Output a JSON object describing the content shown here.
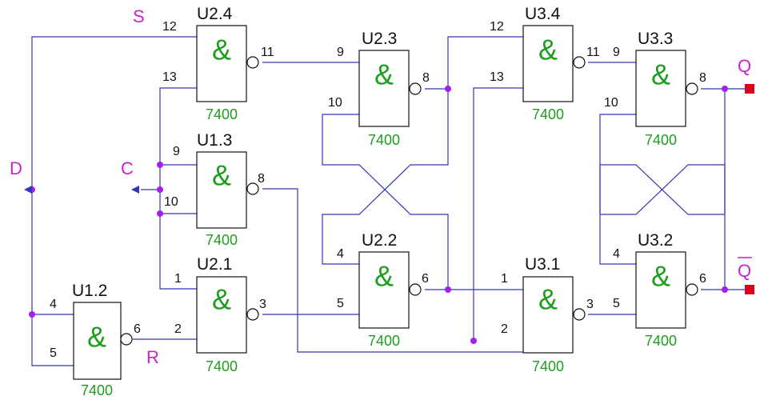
{
  "gates": [
    {
      "id": "u1_2",
      "name": "U1.2",
      "symbol": "&",
      "chip": "7400",
      "pins": [
        "4",
        "5",
        "6"
      ]
    },
    {
      "id": "u1_3",
      "name": "U1.3",
      "symbol": "&",
      "chip": "7400",
      "pins": [
        "9",
        "10",
        "8"
      ]
    },
    {
      "id": "u2_1",
      "name": "U2.1",
      "symbol": "&",
      "chip": "7400",
      "pins": [
        "1",
        "2",
        "3"
      ]
    },
    {
      "id": "u2_2",
      "name": "U2.2",
      "symbol": "&",
      "chip": "7400",
      "pins": [
        "4",
        "5",
        "6"
      ]
    },
    {
      "id": "u2_3",
      "name": "U2.3",
      "symbol": "&",
      "chip": "7400",
      "pins": [
        "9",
        "10",
        "8"
      ]
    },
    {
      "id": "u2_4",
      "name": "U2.4",
      "symbol": "&",
      "chip": "7400",
      "pins": [
        "12",
        "13",
        "11"
      ]
    },
    {
      "id": "u3_1",
      "name": "U3.1",
      "symbol": "&",
      "chip": "7400",
      "pins": [
        "1",
        "2",
        "3"
      ]
    },
    {
      "id": "u3_2",
      "name": "U3.2",
      "symbol": "&",
      "chip": "7400",
      "pins": [
        "4",
        "5",
        "6"
      ]
    },
    {
      "id": "u3_3",
      "name": "U3.3",
      "symbol": "&",
      "chip": "7400",
      "pins": [
        "9",
        "10",
        "8"
      ]
    },
    {
      "id": "u3_4",
      "name": "U3.4",
      "symbol": "&",
      "chip": "7400",
      "pins": [
        "12",
        "13",
        "11"
      ]
    }
  ],
  "signals": {
    "s": "S",
    "d": "D",
    "c": "C",
    "r": "R",
    "q": "Q",
    "q_not": "Q"
  },
  "colors": {
    "wire": "#3535b8",
    "junction": "#a020f0",
    "chip_label": "#1e9e1e",
    "signal_label": "#cc22cc",
    "output_port": "#e0001a"
  }
}
